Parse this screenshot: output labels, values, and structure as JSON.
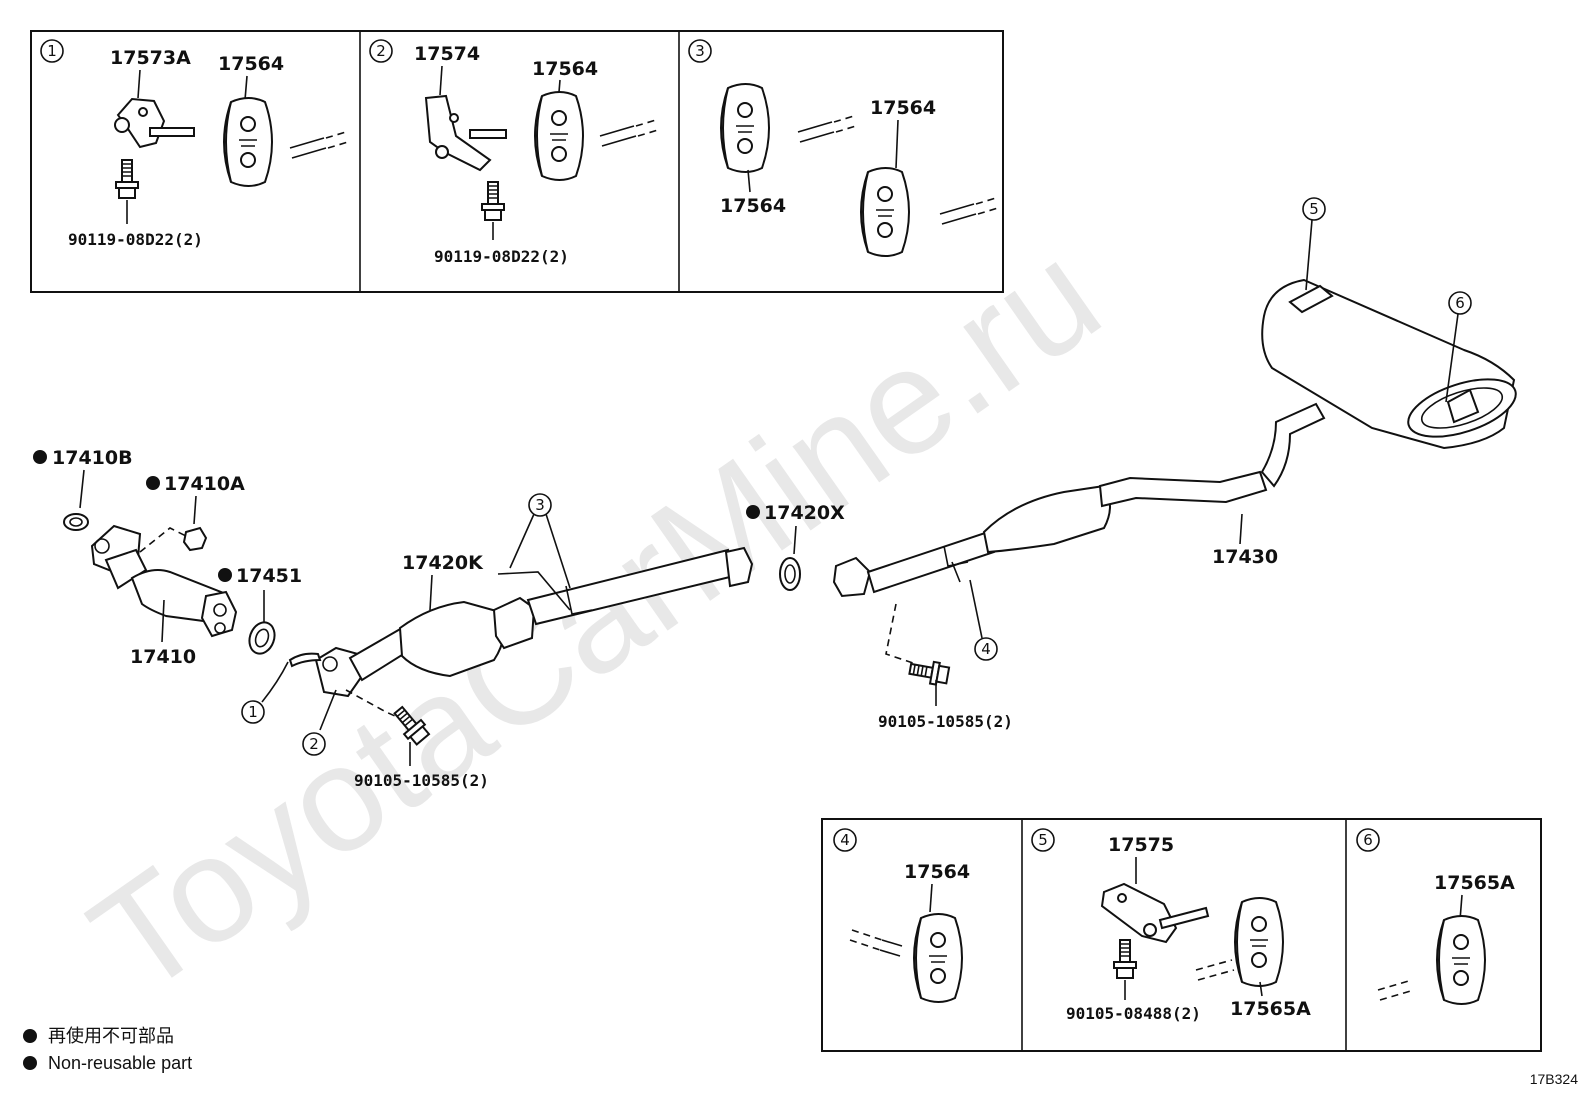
{
  "watermark": "ToyotaCarMine.ru",
  "diagram_code": "17B324",
  "legend": {
    "symbol": "●",
    "jp": "再使用不可部品",
    "en": "Non-reusable part"
  },
  "main": {
    "p17410B": "17410B",
    "p17410A": "17410A",
    "p17451": "17451",
    "p17410": "17410",
    "p17420K": "17420K",
    "p17420X": "17420X",
    "p17430": "17430",
    "bolt_left": "90105-10585(2)",
    "bolt_right": "90105-10585(2)",
    "c1": "1",
    "c2": "2",
    "c3": "3",
    "c4": "4",
    "c5": "5",
    "c6": "6"
  },
  "inset1": {
    "num": "1",
    "bracket": "17573A",
    "hanger": "17564",
    "bolt": "90119-08D22(2)"
  },
  "inset2": {
    "num": "2",
    "bracket": "17574",
    "hanger": "17564",
    "bolt": "90119-08D22(2)"
  },
  "inset3": {
    "num": "3",
    "hanger_a": "17564",
    "hanger_b": "17564"
  },
  "inset4": {
    "num": "4",
    "hanger": "17564"
  },
  "inset5": {
    "num": "5",
    "bracket": "17575",
    "hanger": "17565A",
    "bolt": "90105-08488(2)"
  },
  "inset6": {
    "num": "6",
    "hanger": "17565A"
  }
}
